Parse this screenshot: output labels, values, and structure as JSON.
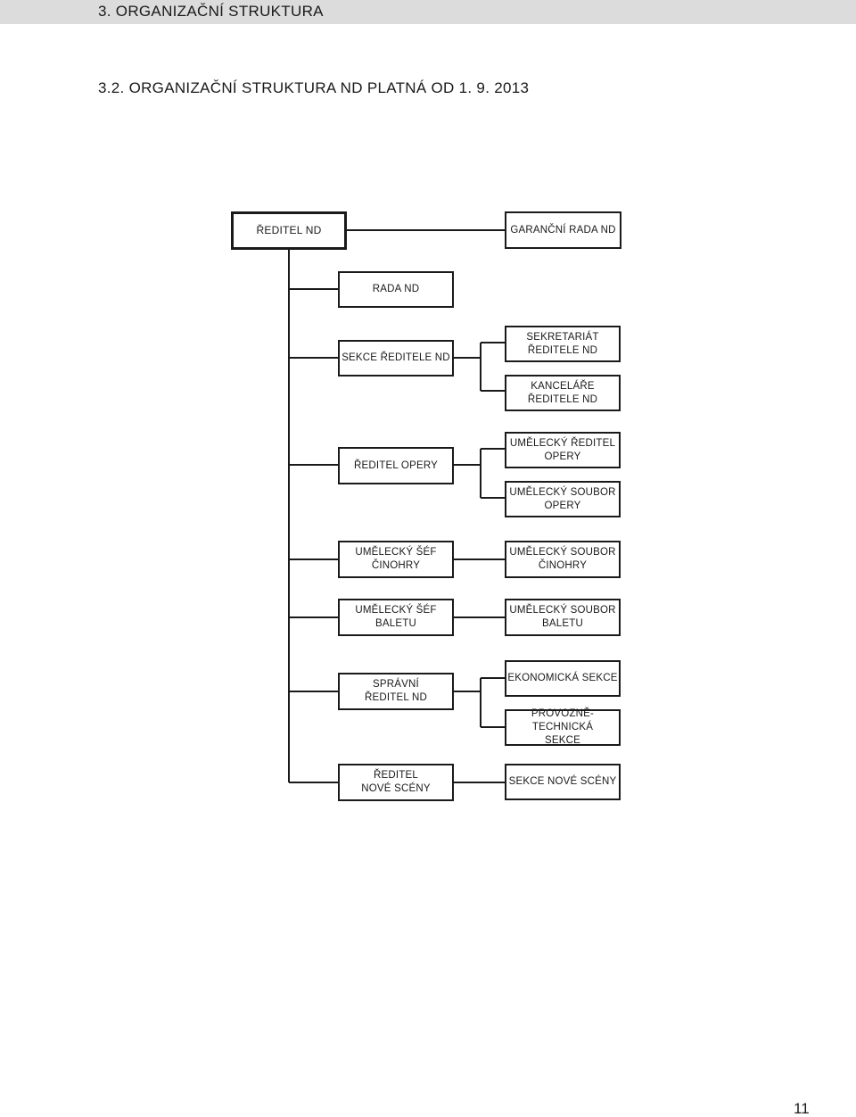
{
  "header": {
    "section_title": "3. ORGANIZAČNÍ STRUKTURA",
    "subsection_title": "3.2. ORGANIZAČNÍ STRUKTURA ND PLATNÁ OD 1. 9. 2013"
  },
  "chart": {
    "boxes": {
      "reditel_nd": "ŘEDITEL ND",
      "garancni_rada_nd": "GARANČNÍ RADA ND",
      "rada_nd": "RADA ND",
      "sekce_reditele_nd": "SEKCE ŘEDITELE ND",
      "sekretariat_reditele_nd": "SEKRETARIÁT\nŘEDITELE ND",
      "kancelare_reditele_nd": "KANCELÁŘE\nŘEDITELE ND",
      "reditel_opery": "ŘEDITEL OPERY",
      "umelecky_reditel_opery": "UMĚLECKÝ ŘEDITEL\nOPERY",
      "umelecky_soubor_opery": "UMĚLECKÝ SOUBOR\nOPERY",
      "umelecky_sef_cinohry": "UMĚLECKÝ ŠÉF\nČINOHRY",
      "umelecky_soubor_cinohry": "UMĚLECKÝ SOUBOR\nČINOHRY",
      "umelecky_sef_baletu": "UMĚLECKÝ ŠÉF\nBALETU",
      "umelecky_soubor_baletu": "UMĚLECKÝ SOUBOR\nBALETU",
      "spravni_reditel_nd": "SPRÁVNÍ\nŘEDITEL ND",
      "ekonomicka_sekce": "EKONOMICKÁ SEKCE",
      "provozne_technicka_sekce": "PROVOZNĚ-TECHNICKÁ\nSEKCE",
      "reditel_nove_sceny": "ŘEDITEL\nNOVÉ SCÉNY",
      "sekce_nove_sceny": "SEKCE NOVÉ SCÉNY"
    }
  },
  "footer": {
    "page_number": "11"
  }
}
